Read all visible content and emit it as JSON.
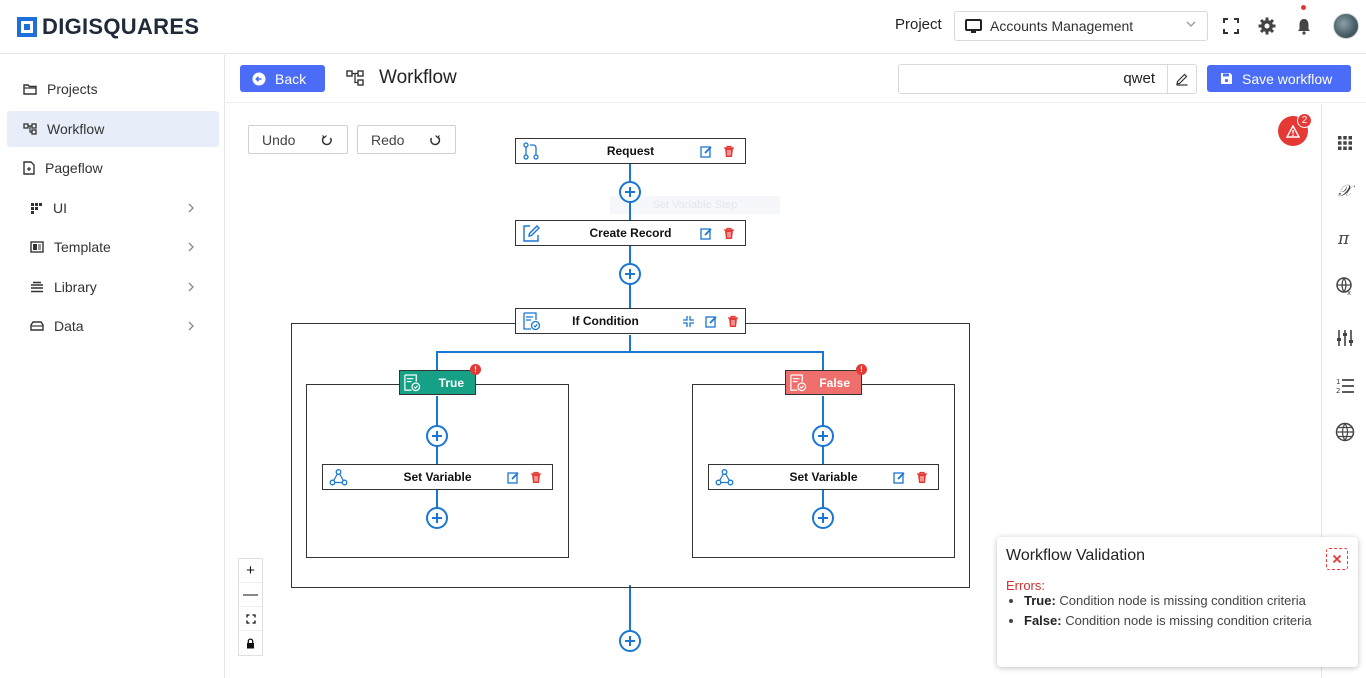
{
  "app": {
    "brand": "DIGISQUARES"
  },
  "header": {
    "project_label": "Project",
    "project_value": "Accounts Management",
    "icons": [
      "fullscreen-icon",
      "gear-icon",
      "bell-icon"
    ]
  },
  "sidebar": {
    "items": [
      {
        "label": "Projects",
        "icon": "folder-icon",
        "active": false
      },
      {
        "label": "Workflow",
        "icon": "workflow-icon",
        "active": true
      },
      {
        "label": "Pageflow",
        "icon": "pageflow-icon",
        "active": false
      },
      {
        "label": "UI",
        "icon": "ui-icon",
        "active": false,
        "expandable": true
      },
      {
        "label": "Template",
        "icon": "template-icon",
        "active": false,
        "expandable": true
      },
      {
        "label": "Library",
        "icon": "library-icon",
        "active": false,
        "expandable": true
      },
      {
        "label": "Data",
        "icon": "data-icon",
        "active": false,
        "expandable": true
      }
    ]
  },
  "toolbar": {
    "back_label": "Back",
    "page_title": "Workflow",
    "workflow_name": "qwet",
    "save_label": "Save workflow"
  },
  "canvas": {
    "undo_label": "Undo",
    "redo_label": "Redo",
    "alert_count": "2",
    "ghost_text": "Set Variable Step",
    "nodes": {
      "request": "Request",
      "create_record": "Create Record",
      "if_condition": "If Condition",
      "true_branch": "True",
      "false_branch": "False",
      "set_variable_true": "Set Variable",
      "set_variable_false": "Set Variable"
    },
    "branch_error_marker": "!",
    "zoom_controls": [
      "+",
      "—",
      "fit-icon",
      "lock-icon"
    ]
  },
  "validation": {
    "title": "Workflow Validation",
    "errors_label": "Errors:",
    "errors": [
      {
        "node": "True:",
        "message": "Condition node is missing condition criteria"
      },
      {
        "node": "False:",
        "message": "Condition node is missing condition criteria"
      }
    ]
  },
  "colors": {
    "accent": "#4a6cf7",
    "connector": "#1976d2",
    "true_branch": "#16a085",
    "false_branch": "#ef6f6c",
    "error": "#e53935"
  }
}
